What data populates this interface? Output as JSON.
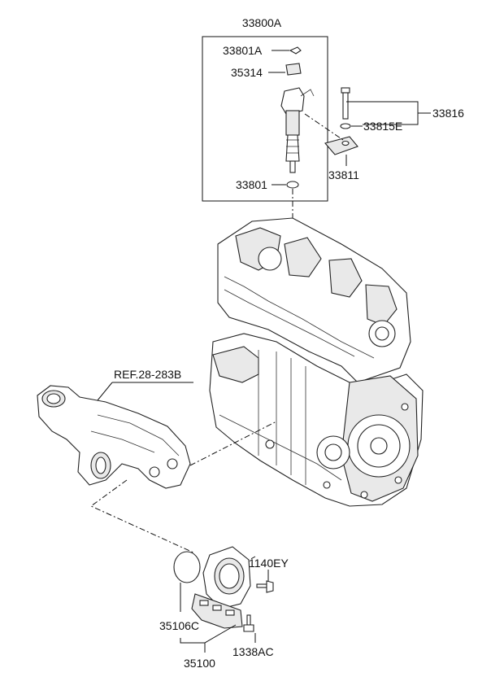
{
  "labels": {
    "assembly": "33800A",
    "clip": "33801A",
    "cap": "35314",
    "bolt_set": "33816",
    "washer": "33815E",
    "clamp": "33811",
    "oring_injector": "33801",
    "ref": "REF.28-283B",
    "bolt_top": "1140EY",
    "gasket": "35106C",
    "throttle_body": "35100",
    "bolt_bottom": "1338AC"
  }
}
